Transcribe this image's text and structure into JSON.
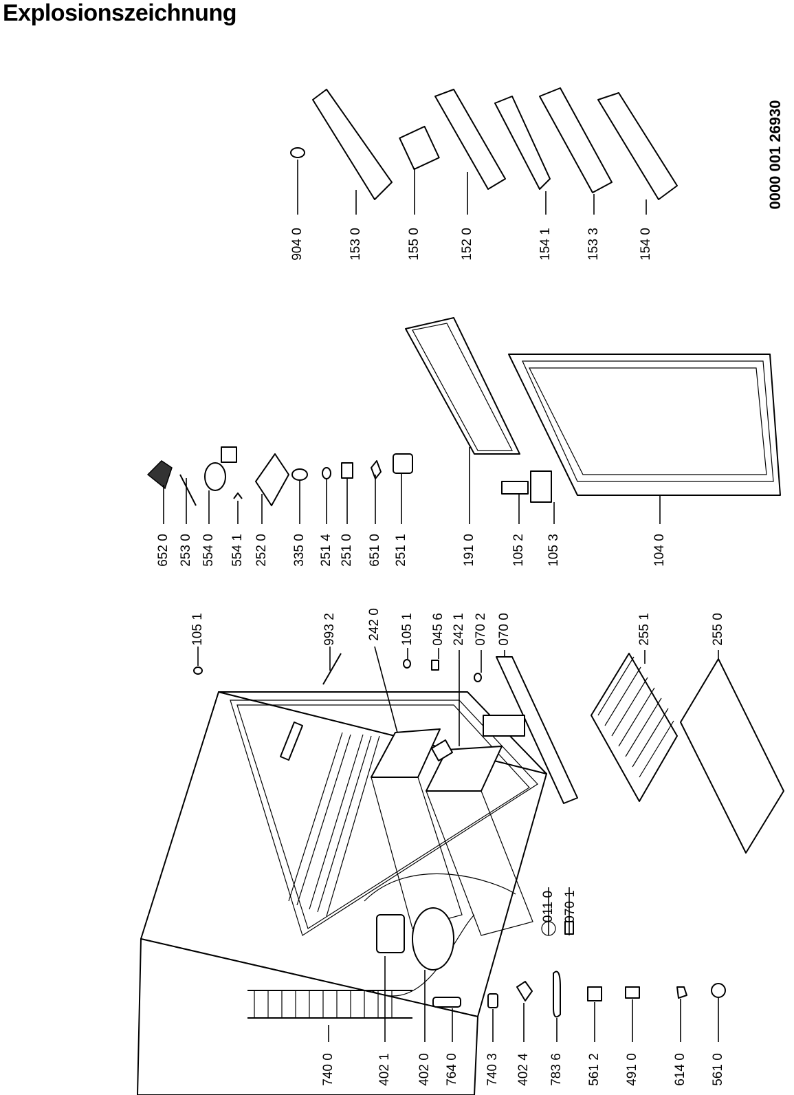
{
  "title": "Explosionszeichnung",
  "document_code": "0000 001 26930",
  "parts": [
    {
      "id": "p9040",
      "label": "904 0"
    },
    {
      "id": "p1530",
      "label": "153 0"
    },
    {
      "id": "p1550",
      "label": "155 0"
    },
    {
      "id": "p1520",
      "label": "152 0"
    },
    {
      "id": "p1541",
      "label": "154 1"
    },
    {
      "id": "p1533",
      "label": "153 3"
    },
    {
      "id": "p1540",
      "label": "154 0"
    },
    {
      "id": "p6520",
      "label": "652 0"
    },
    {
      "id": "p2530",
      "label": "253 0"
    },
    {
      "id": "p5540",
      "label": "554 0"
    },
    {
      "id": "p5541",
      "label": "554 1"
    },
    {
      "id": "p2520",
      "label": "252 0"
    },
    {
      "id": "p3350",
      "label": "335 0"
    },
    {
      "id": "p2514",
      "label": "251 4"
    },
    {
      "id": "p2510",
      "label": "251 0"
    },
    {
      "id": "p6510",
      "label": "651 0"
    },
    {
      "id": "p2511",
      "label": "251 1"
    },
    {
      "id": "p1910",
      "label": "191 0"
    },
    {
      "id": "p1052",
      "label": "105 2"
    },
    {
      "id": "p1053",
      "label": "105 3"
    },
    {
      "id": "p1040",
      "label": "104 0"
    },
    {
      "id": "p1051a",
      "label": "105 1"
    },
    {
      "id": "p9932",
      "label": "993 2"
    },
    {
      "id": "p2420",
      "label": "242 0"
    },
    {
      "id": "p1051b",
      "label": "105 1"
    },
    {
      "id": "p0456",
      "label": "045 6"
    },
    {
      "id": "p2421",
      "label": "242 1"
    },
    {
      "id": "p0702",
      "label": "070 2"
    },
    {
      "id": "p0700",
      "label": "070 0"
    },
    {
      "id": "p2551",
      "label": "255 1"
    },
    {
      "id": "p2550",
      "label": "255 0"
    },
    {
      "id": "p0110",
      "label": "011 0"
    },
    {
      "id": "p0701",
      "label": "070 1"
    },
    {
      "id": "p7400",
      "label": "740 0"
    },
    {
      "id": "p4021",
      "label": "402 1"
    },
    {
      "id": "p4020",
      "label": "402 0"
    },
    {
      "id": "p7640",
      "label": "764 0"
    },
    {
      "id": "p7403",
      "label": "740 3"
    },
    {
      "id": "p4024",
      "label": "402 4"
    },
    {
      "id": "p7836",
      "label": "783 6"
    },
    {
      "id": "p5612",
      "label": "561 2"
    },
    {
      "id": "p4910",
      "label": "491 0"
    },
    {
      "id": "p6140",
      "label": "614 0"
    },
    {
      "id": "p5610",
      "label": "561 0"
    }
  ]
}
